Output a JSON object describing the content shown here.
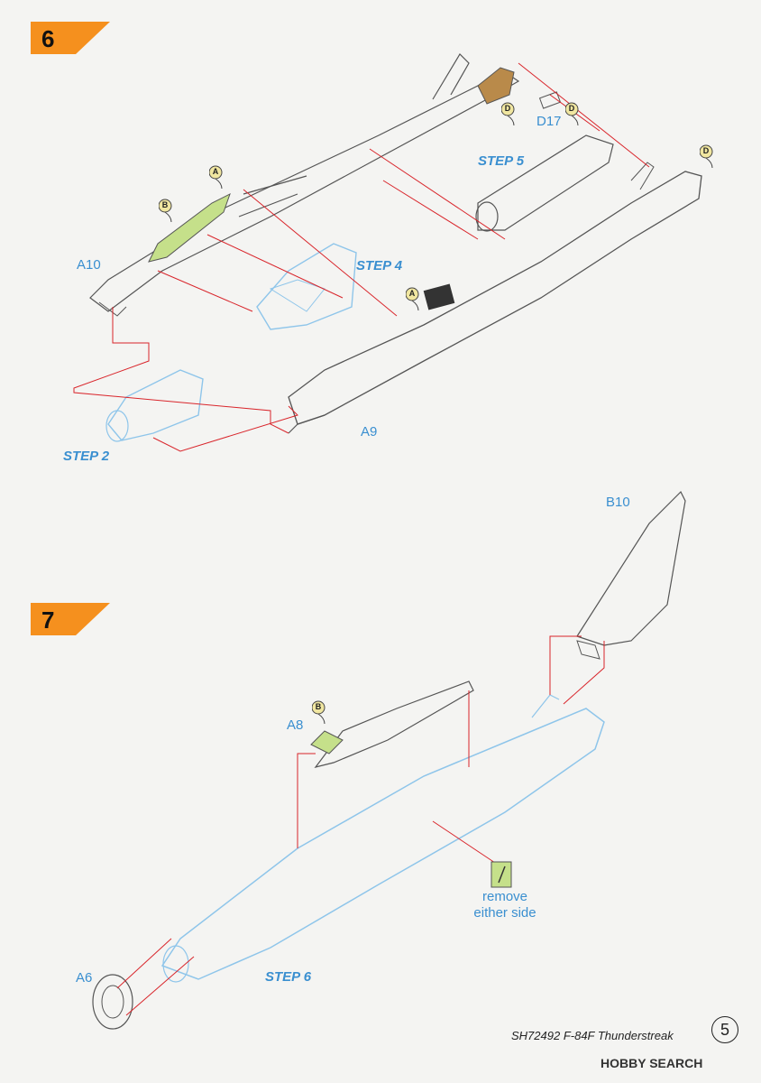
{
  "steps": [
    {
      "number": "6"
    },
    {
      "number": "7"
    }
  ],
  "step6": {
    "part_labels": {
      "a10": "A10",
      "a9": "A9",
      "d17": "D17"
    },
    "step_refs": {
      "step5": "STEP 5",
      "step4": "STEP 4",
      "step2": "STEP 2"
    },
    "callouts": {
      "a1": "A",
      "a2": "A",
      "b1": "B",
      "d1": "D",
      "d2": "D",
      "d3": "D"
    }
  },
  "step7": {
    "part_labels": {
      "b10": "B10",
      "a8": "A8",
      "a6": "A6"
    },
    "step_refs": {
      "step6": "STEP 6"
    },
    "callouts": {
      "b1": "B"
    },
    "note": {
      "line1": "remove",
      "line2": "either side"
    }
  },
  "footer": {
    "product": "SH72492  F-84F Thunderstreak",
    "page": "5"
  },
  "watermark": {
    "text": "HOBBY SEARCH"
  },
  "colors": {
    "accent_orange": "#f5901e",
    "label_blue": "#3a8fd0",
    "arrow_red": "#d9252b",
    "part_line_blue": "#8ec5ea",
    "highlight_green": "#c5e08a"
  }
}
